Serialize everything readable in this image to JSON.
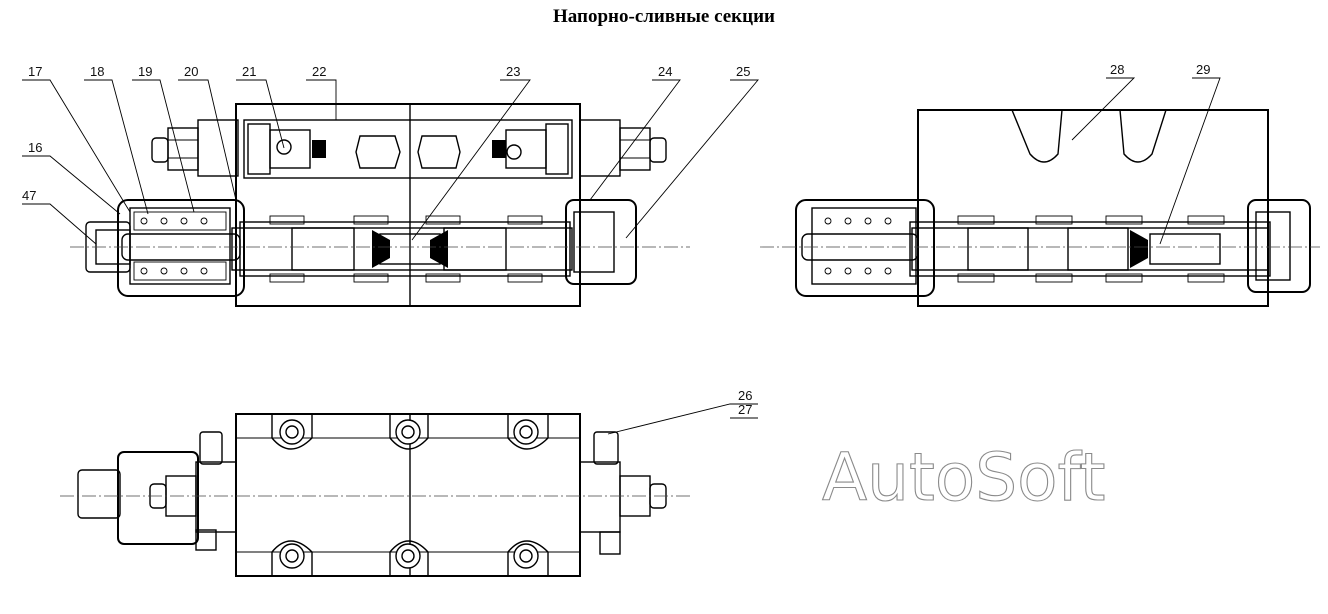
{
  "title": "Напорно-сливные секции",
  "callouts": [
    "17",
    "18",
    "19",
    "20",
    "21",
    "22",
    "23",
    "24",
    "25",
    "16",
    "47",
    "28",
    "29",
    "26",
    "27"
  ],
  "watermark": "AutoSoft",
  "colors": {
    "line": "#000000",
    "hatch": "#555555",
    "watermark": "#8a8a8a",
    "background": "#ffffff"
  }
}
